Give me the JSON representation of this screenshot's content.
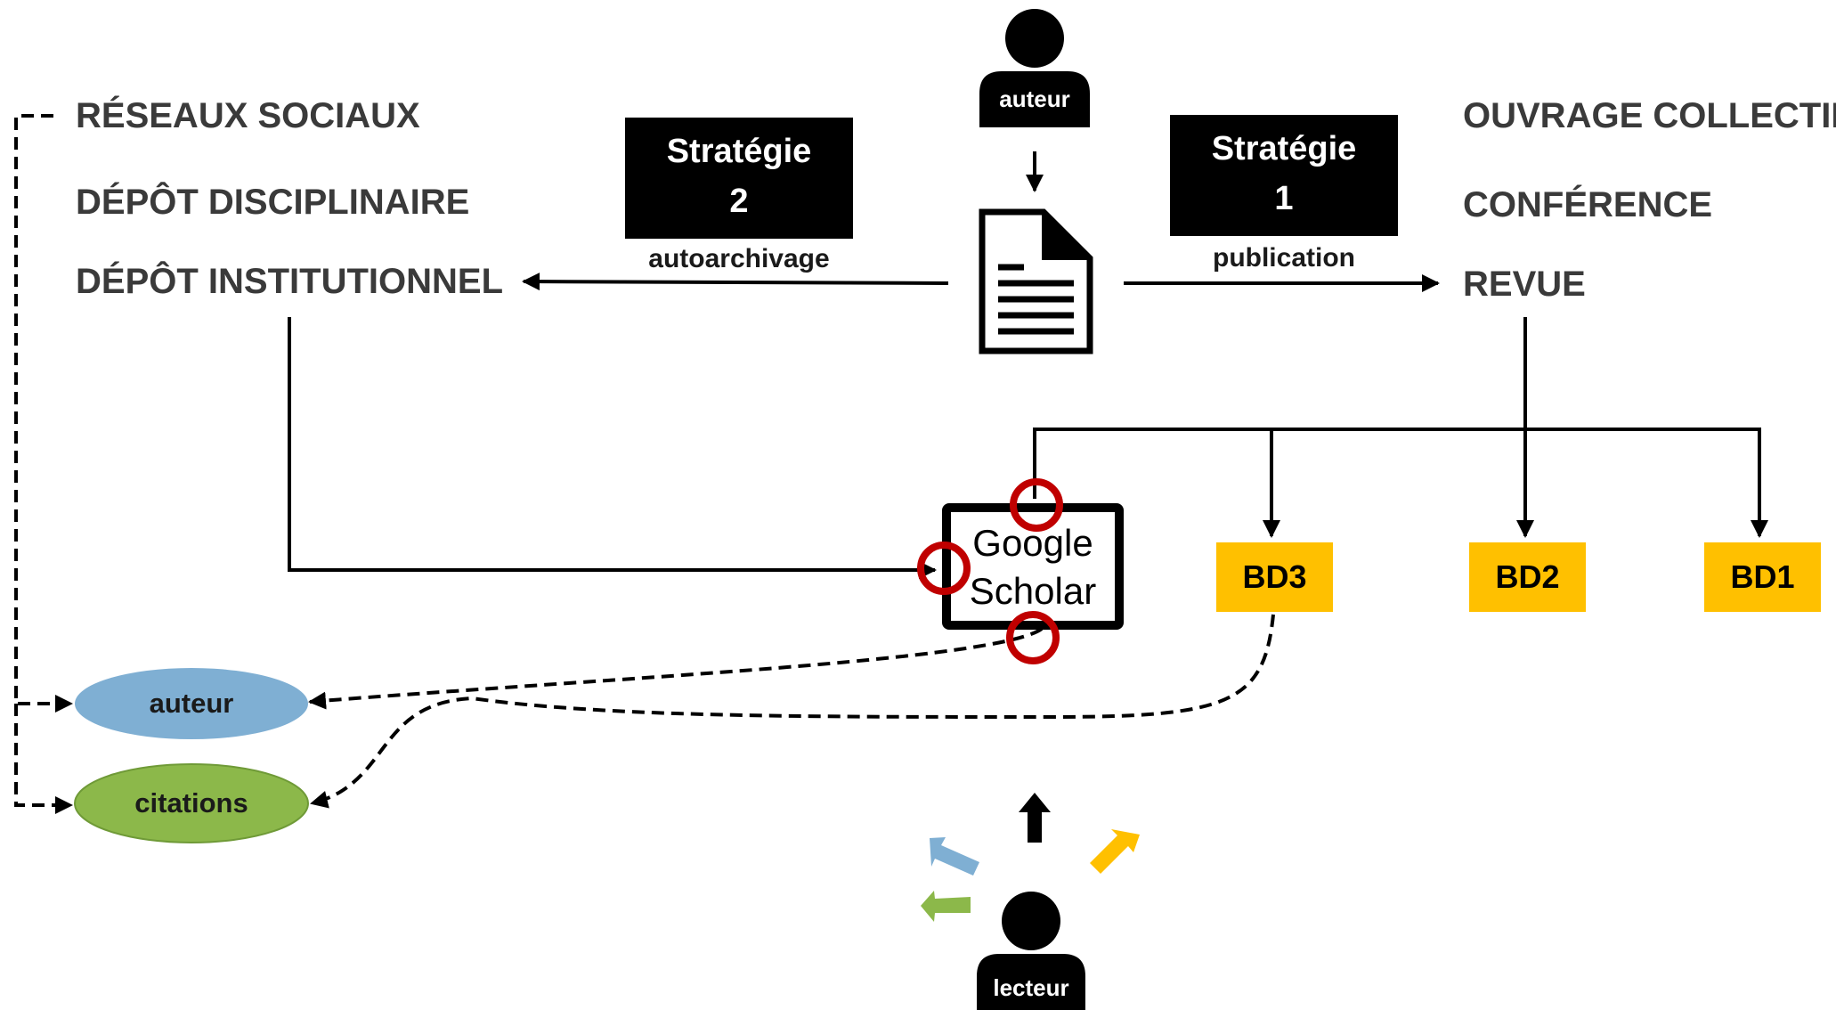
{
  "people": {
    "author_label": "auteur",
    "reader_label": "lecteur"
  },
  "strategies": {
    "left": {
      "title": "Stratégie",
      "number": "2",
      "caption": "autoarchivage"
    },
    "right": {
      "title": "Stratégie",
      "number": "1",
      "caption": "publication"
    }
  },
  "left_targets": [
    "RÉSEAUX SOCIAUX",
    "DÉPÔT DISCIPLINAIRE",
    "DÉPÔT INSTITUTIONNEL"
  ],
  "right_targets": [
    "OUVRAGE COLLECTIF",
    "CONFÉRENCE",
    "REVUE"
  ],
  "search_engine": {
    "line1": "Google",
    "line2": "Scholar"
  },
  "databases": [
    "BD3",
    "BD2",
    "BD1"
  ],
  "outputs": {
    "author": "auteur",
    "citations": "citations"
  },
  "colors": {
    "database": "#FFC000",
    "author_ellipse": "#7FAFD3",
    "citations_ellipse": "#8CB84A",
    "highlight_ring": "#C00000",
    "arrow_blue": "#7FAFD3",
    "arrow_green": "#8CB84A",
    "arrow_yellow": "#FFC000"
  }
}
